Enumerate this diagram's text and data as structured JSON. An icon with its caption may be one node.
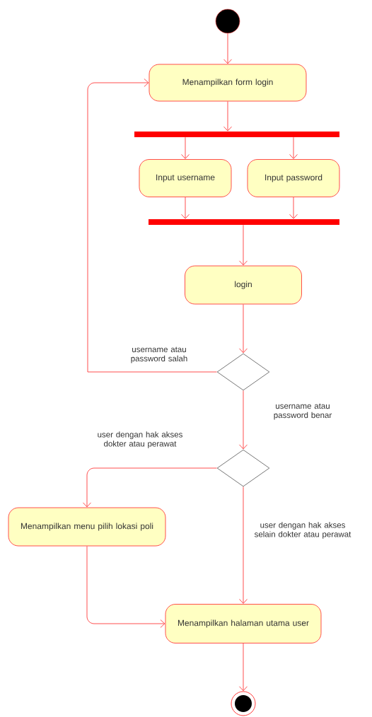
{
  "diagram": {
    "nodes": [
      {
        "text": [],
        "shape": "circle"
      },
      {
        "text": [
          "Menampilkan form login"
        ]
      },
      {
        "text": [],
        "shape": "bar"
      },
      {
        "text": [
          "Input username"
        ]
      },
      {
        "text": [
          "Input password"
        ]
      },
      {
        "text": [],
        "shape": "bar"
      },
      {
        "text": [
          "login"
        ]
      },
      {
        "text": [],
        "shape": "diamond"
      },
      {
        "text": [],
        "shape": "diamond"
      },
      {
        "text": [
          "Menampilkan menu pilih lokasi poli"
        ]
      },
      {
        "text": [
          "Menampilkan halaman utama user"
        ]
      },
      {
        "text": [],
        "shape": "circle"
      }
    ],
    "edges": [
      {
        "from": 0,
        "to": 1,
        "arrow": "to"
      },
      {
        "from": 1,
        "to": 2,
        "arrow": "to"
      },
      {
        "from": 2,
        "to": 3,
        "arrow": "to"
      },
      {
        "from": 2,
        "to": 4,
        "arrow": "to"
      },
      {
        "from": 3,
        "to": 5,
        "arrow": "to"
      },
      {
        "from": 4,
        "to": 5,
        "arrow": "to"
      },
      {
        "from": 5,
        "to": 6,
        "arrow": "to"
      },
      {
        "from": 6,
        "to": 7,
        "arrow": "to"
      },
      {
        "from": 7,
        "to": 1,
        "arrow": "to",
        "label": "username atau password salah"
      },
      {
        "from": 7,
        "to": 8,
        "arrow": "to",
        "label": "username atau password benar"
      },
      {
        "from": 8,
        "to": 9,
        "arrow": "to",
        "label": "user dengan hak akses dokter atau perawat"
      },
      {
        "from": 8,
        "to": 10,
        "arrow": "to",
        "label": "user dengan hak akses selain dokter atau perawat"
      },
      {
        "from": 9,
        "to": 10,
        "arrow": "to"
      },
      {
        "from": 10,
        "to": 11,
        "arrow": "to"
      }
    ]
  }
}
